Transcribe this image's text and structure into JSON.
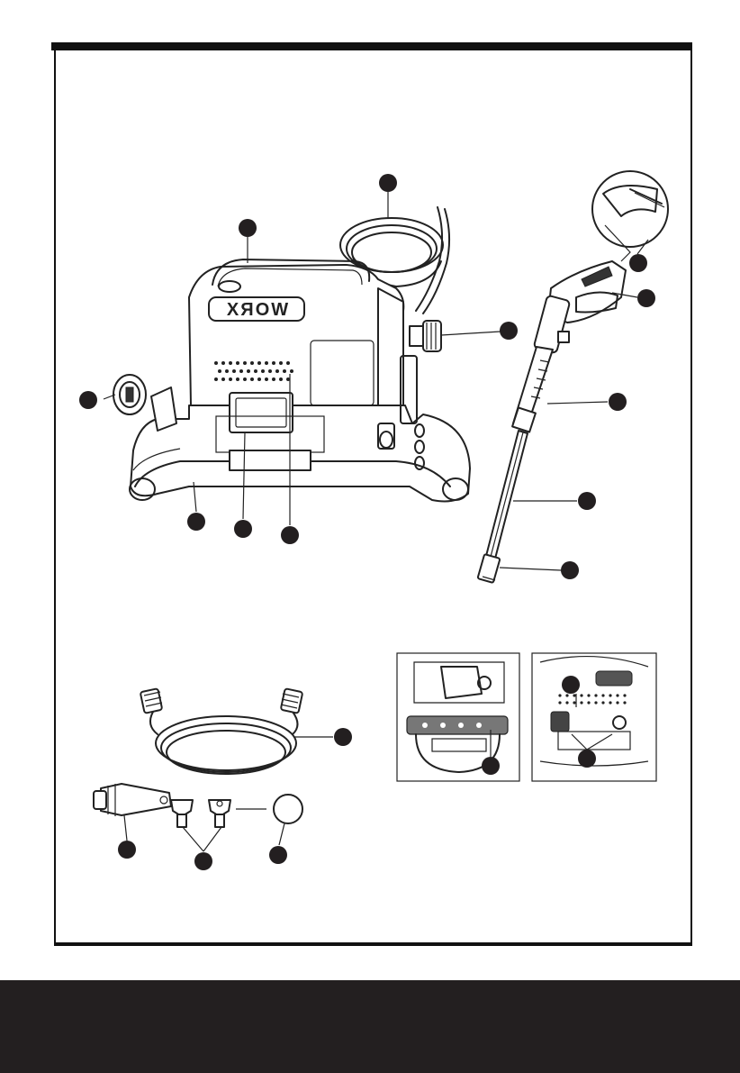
{
  "brand": {
    "logo_text": "WORX",
    "logo_mirrored": true
  },
  "callout_markers": [
    {
      "id": "hose-reel-callout"
    },
    {
      "id": "carry-handle-callout"
    },
    {
      "id": "gun-holder-zoom-callout"
    },
    {
      "id": "trigger-callout"
    },
    {
      "id": "hose-knob-callout"
    },
    {
      "id": "inlet-filter-callout"
    },
    {
      "id": "spray-gun-callout"
    },
    {
      "id": "lance-callout"
    },
    {
      "id": "nozzle-tip-callout"
    },
    {
      "id": "base-frame-callout"
    },
    {
      "id": "power-switch-callout"
    },
    {
      "id": "vent-grille-callout"
    },
    {
      "id": "hp-hose-callout"
    },
    {
      "id": "rotary-nozzle-callout"
    },
    {
      "id": "quick-connect-nozzles-callout"
    },
    {
      "id": "accessory-circle-callout"
    },
    {
      "id": "inset-left-callout"
    },
    {
      "id": "inset-right-top-callout"
    },
    {
      "id": "inset-right-bottom-callout"
    }
  ],
  "colors": {
    "frame": "#111111",
    "footer": "#231f20",
    "line_art": "#222222",
    "marker": "#231f20"
  }
}
